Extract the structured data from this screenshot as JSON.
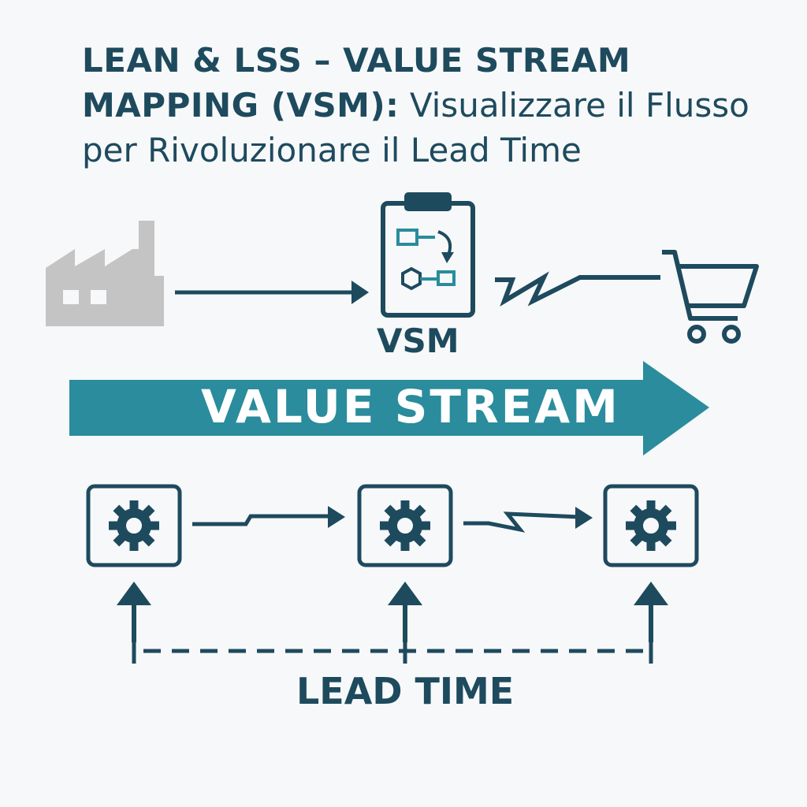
{
  "title": {
    "bold_part": "LEAN & LSS – VALUE STREAM MAPPING (VSM):",
    "regular_part": "Visualizzare il Flusso per Rivoluzionare il Lead Time"
  },
  "labels": {
    "vsm": "VSM",
    "value_stream": "VALUE STREAM",
    "lead_time": "LEAD TIME"
  },
  "icons": {
    "supplier": "factory-icon",
    "mapping": "clipboard-map-icon",
    "customer": "shopping-cart-icon",
    "process": "gear-icon"
  },
  "colors": {
    "dark": "#1e4a5e",
    "teal": "#2a8c9c",
    "teal_light": "#3a9ea8",
    "grey": "#c4c4c4"
  }
}
